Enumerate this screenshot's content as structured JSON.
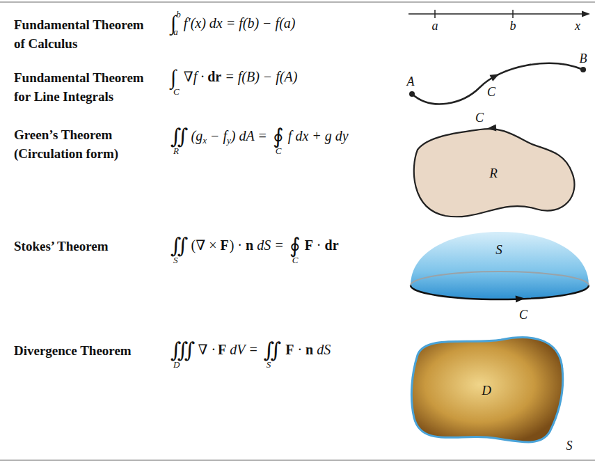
{
  "diagram": {
    "nodes": [
      {
        "text": [
          "R"
        ]
      },
      {
        "text": [
          "S"
        ]
      },
      {
        "text": [
          "D"
        ]
      }
    ],
    "labels": [
      "Fundamental Theorem of Calculus",
      "∫",
      "b",
      "a",
      "f′(x) dx = f(b) − f(a)",
      "a",
      "b",
      "x",
      "Fundamental Theorem for Line Integrals",
      "∫",
      "C",
      "∇f ·",
      "dr",
      "= f(B) − f(A)",
      "A",
      "B",
      "C",
      "Green’s Theorem (Circulation form)",
      "∬",
      "R",
      "(g",
      "x",
      "− f",
      "y",
      ") dA =",
      "∮",
      "C",
      "f dx + g dy",
      "C",
      "Stokes’ Theorem",
      "∬",
      "S",
      "(∇ ×",
      "F",
      ") ·",
      "n",
      "dS =",
      "∮",
      "C",
      "F",
      "·",
      "dr",
      "C",
      "Divergence Theorem",
      "∭",
      "D",
      "∇ ·",
      "F",
      "dV =",
      "∬",
      "S",
      "F",
      "·",
      "n",
      "dS",
      "S"
    ]
  }
}
